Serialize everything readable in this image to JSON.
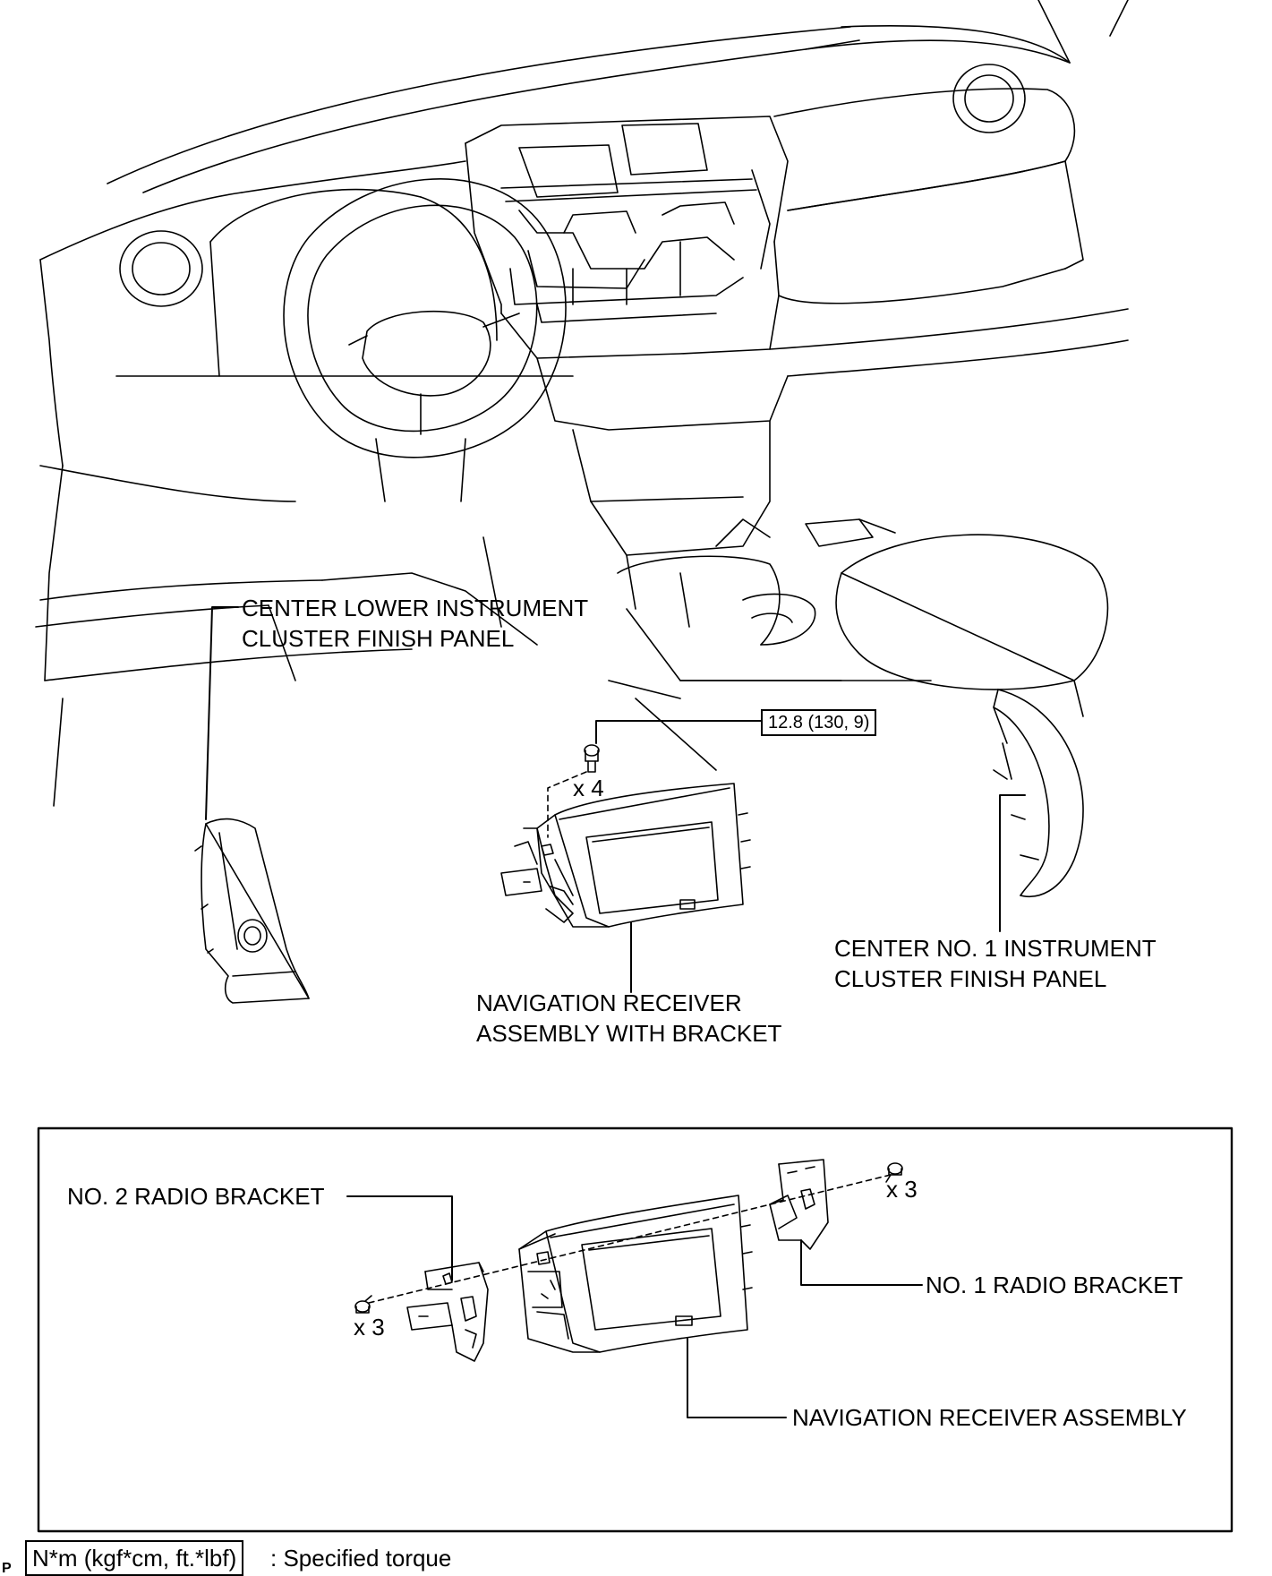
{
  "labels": {
    "center_lower_line1": "CENTER LOWER INSTRUMENT",
    "center_lower_line2": "CLUSTER FINISH PANEL",
    "torque_value": "12.8 (130, 9)",
    "qty_top": "x 4",
    "center_no1_line1": "CENTER NO. 1 INSTRUMENT",
    "center_no1_line2": "CLUSTER FINISH PANEL",
    "nav_bracket_line1": "NAVIGATION RECEIVER",
    "nav_bracket_line2": "ASSEMBLY WITH BRACKET",
    "no2_radio_bracket": "NO. 2 RADIO BRACKET",
    "no1_radio_bracket": "NO. 1 RADIO BRACKET",
    "qty_right": "x 3",
    "qty_left": "x 3",
    "nav_assembly": "NAVIGATION RECEIVER ASSEMBLY"
  },
  "legend": {
    "unit_box": "N*m (kgf*cm, ft.*lbf)",
    "description": ": Specified torque"
  },
  "page_code": "P"
}
